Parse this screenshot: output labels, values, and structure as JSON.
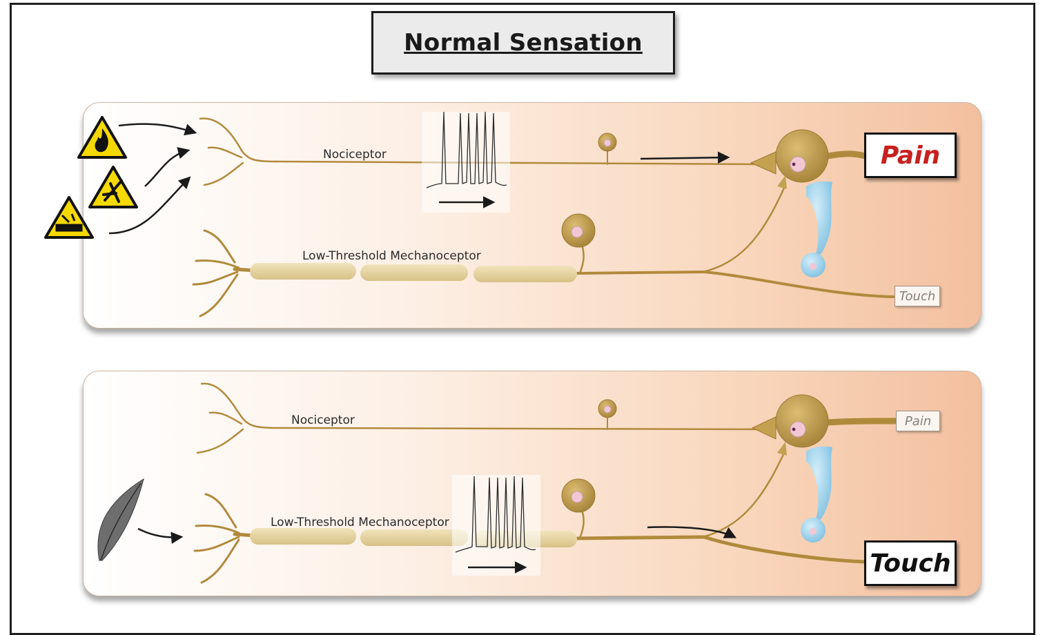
{
  "title": "Normal Sensation",
  "panels": [
    {
      "name": "noxious-stimulus",
      "nociceptor_label": "Nociceptor",
      "mechanoceptor_label": "Low-Threshold Mechanoceptor",
      "output_active": "Pain",
      "output_inactive": "Touch"
    },
    {
      "name": "light-touch-stimulus",
      "nociceptor_label": "Nociceptor",
      "mechanoceptor_label": "Low-Threshold Mechanoceptor",
      "output_inactive": "Pain",
      "output_active": "Touch"
    }
  ],
  "icons": {
    "stimuli_top": [
      "fire-warning-icon",
      "cut-hazard-icon",
      "corrosive-hazard-icon"
    ],
    "stimulus_bottom": "feather-icon"
  },
  "colors": {
    "neuron": "#b08a3c",
    "myelin": "#e6d5a3",
    "soma": "#c4a150",
    "nucleus": "#f2c7d4",
    "interneuron": "#9fd3ec",
    "pain_text": "#c8201f",
    "hazard_yellow": "#f5d800"
  }
}
